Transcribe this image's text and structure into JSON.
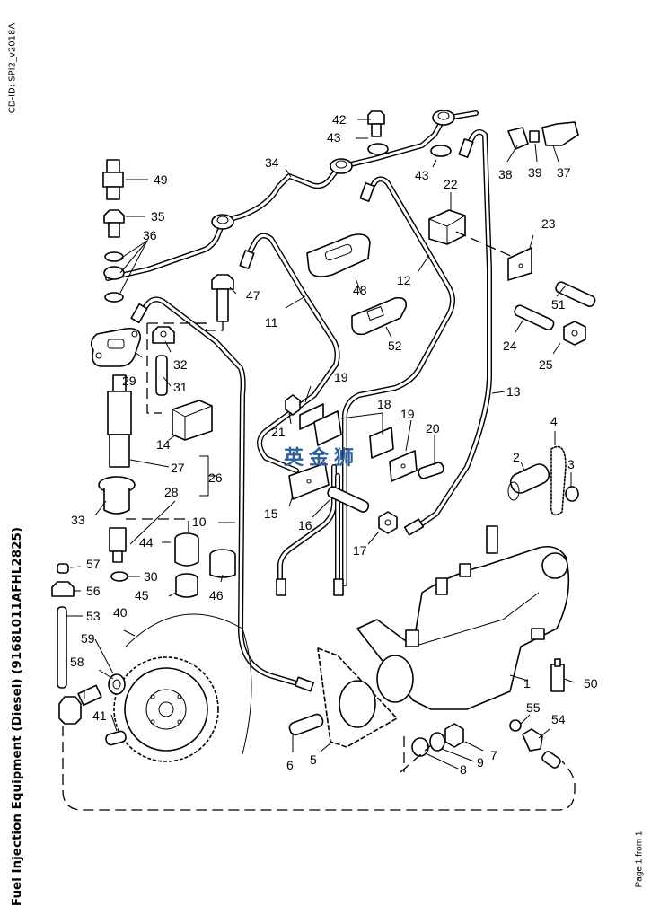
{
  "document": {
    "cd_id": "CD-ID: SPI2_v2018A",
    "title": "Fuel Injection Equipment (Diesel) (9168L011AFHL2825)",
    "page_indicator": "Page 1 from 1",
    "watermark": "英金狮",
    "watermark_color": "#2f5f9a"
  },
  "callouts": [
    {
      "id": "1",
      "label": "1"
    },
    {
      "id": "2",
      "label": "2"
    },
    {
      "id": "3",
      "label": "3"
    },
    {
      "id": "4",
      "label": "4"
    },
    {
      "id": "5",
      "label": "5"
    },
    {
      "id": "6",
      "label": "6"
    },
    {
      "id": "7",
      "label": "7"
    },
    {
      "id": "8",
      "label": "8"
    },
    {
      "id": "9",
      "label": "9"
    },
    {
      "id": "10",
      "label": "10"
    },
    {
      "id": "11",
      "label": "11"
    },
    {
      "id": "12",
      "label": "12"
    },
    {
      "id": "13",
      "label": "13"
    },
    {
      "id": "14",
      "label": "14"
    },
    {
      "id": "15",
      "label": "15"
    },
    {
      "id": "16",
      "label": "16"
    },
    {
      "id": "17",
      "label": "17"
    },
    {
      "id": "18",
      "label": "18"
    },
    {
      "id": "19a",
      "label": "19"
    },
    {
      "id": "19b",
      "label": "19"
    },
    {
      "id": "20",
      "label": "20"
    },
    {
      "id": "21",
      "label": "21"
    },
    {
      "id": "22",
      "label": "22"
    },
    {
      "id": "23",
      "label": "23"
    },
    {
      "id": "24",
      "label": "24"
    },
    {
      "id": "25",
      "label": "25"
    },
    {
      "id": "26",
      "label": "26"
    },
    {
      "id": "27",
      "label": "27"
    },
    {
      "id": "28",
      "label": "28"
    },
    {
      "id": "29",
      "label": "29"
    },
    {
      "id": "30",
      "label": "30"
    },
    {
      "id": "31",
      "label": "31"
    },
    {
      "id": "32",
      "label": "32"
    },
    {
      "id": "33",
      "label": "33"
    },
    {
      "id": "34",
      "label": "34"
    },
    {
      "id": "35",
      "label": "35"
    },
    {
      "id": "36",
      "label": "36"
    },
    {
      "id": "37",
      "label": "37"
    },
    {
      "id": "38",
      "label": "38"
    },
    {
      "id": "39",
      "label": "39"
    },
    {
      "id": "40",
      "label": "40"
    },
    {
      "id": "41",
      "label": "41"
    },
    {
      "id": "42",
      "label": "42"
    },
    {
      "id": "43a",
      "label": "43"
    },
    {
      "id": "43b",
      "label": "43"
    },
    {
      "id": "44",
      "label": "44"
    },
    {
      "id": "45",
      "label": "45"
    },
    {
      "id": "46",
      "label": "46"
    },
    {
      "id": "47",
      "label": "47"
    },
    {
      "id": "48",
      "label": "48"
    },
    {
      "id": "49",
      "label": "49"
    },
    {
      "id": "50",
      "label": "50"
    },
    {
      "id": "51",
      "label": "51"
    },
    {
      "id": "52",
      "label": "52"
    },
    {
      "id": "53",
      "label": "53"
    },
    {
      "id": "54",
      "label": "54"
    },
    {
      "id": "55",
      "label": "55"
    },
    {
      "id": "56",
      "label": "56"
    },
    {
      "id": "57",
      "label": "57"
    },
    {
      "id": "58",
      "label": "58"
    },
    {
      "id": "59",
      "label": "59"
    }
  ]
}
